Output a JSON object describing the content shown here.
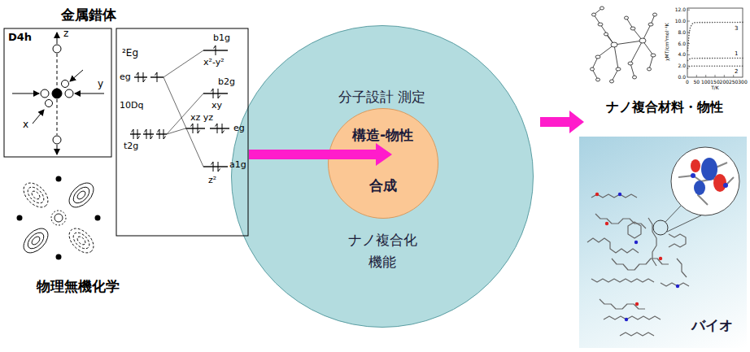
{
  "diagram": {
    "nodes": [
      {
        "text": [
          "分子設計 測定",
          "ナノ複合化 機能"
        ]
      },
      {
        "text": [
          "構造-物性",
          "合成"
        ],
        "in": 0
      },
      {
        "text": [
          "バイオ"
        ]
      }
    ],
    "labels": [
      "金属錯体",
      "D4h",
      "z",
      "x",
      "y",
      "²Eg",
      "eg",
      "10Dq",
      "t2g",
      "b1g",
      "x²-y²",
      "b2g",
      "xy",
      "xz yz",
      "eg",
      "a1g",
      "z²",
      "物理無機化学",
      "12.0",
      "10.0",
      "8.0",
      "6.0",
      "4.0",
      "2.0",
      "0.0",
      "0",
      "50",
      "100",
      "150",
      "200",
      "250",
      "300",
      "χMT/cm³mol⁻¹K",
      "T/K",
      "3",
      "1",
      "2",
      "ナノ複合材料・物性"
    ]
  }
}
